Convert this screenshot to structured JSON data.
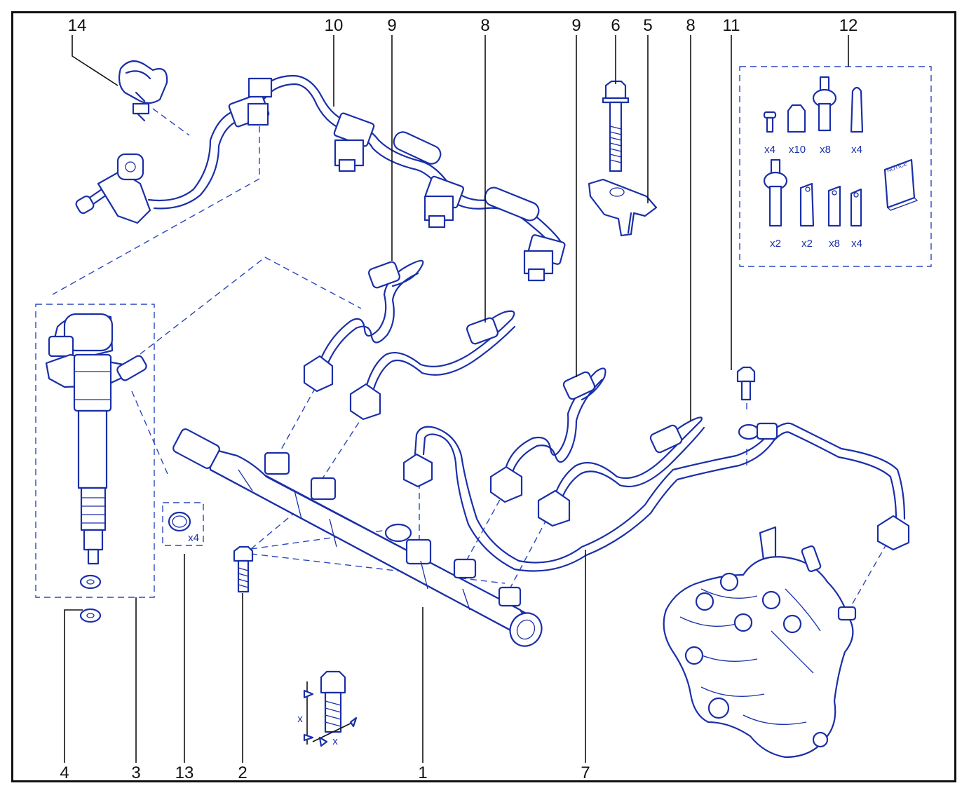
{
  "callouts": {
    "c14": "14",
    "c10": "10",
    "c9a": "9",
    "c8a": "8",
    "c9b": "9",
    "c6": "6",
    "c5": "5",
    "c8b": "8",
    "c11": "11",
    "c12": "12",
    "c4": "4",
    "c3": "3",
    "c13": "13",
    "c2": "2",
    "c1": "1",
    "c7": "7"
  },
  "kit": {
    "row1": [
      "x4",
      "x10",
      "x8",
      "x4"
    ],
    "row2": [
      "x2",
      "x2",
      "x8",
      "x4"
    ],
    "notice": "NOTICE"
  },
  "seal_qty": "x4",
  "torque_marks": {
    "x_left": "x",
    "x_bottom": "x"
  },
  "colors": {
    "line": "#1a2fa8",
    "frame": "#111111",
    "background": "#ffffff"
  }
}
